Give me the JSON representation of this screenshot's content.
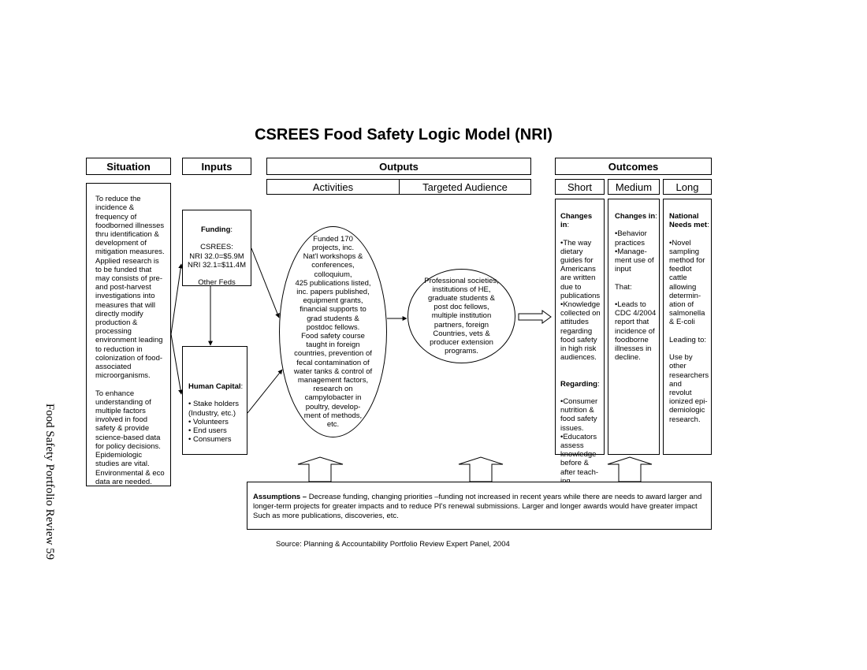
{
  "title": "CSREES Food Safety Logic Model (NRI)",
  "side_label": "Food Safety Portfolio Review   59",
  "headers": {
    "situation": "Situation",
    "inputs": "Inputs",
    "outputs": "Outputs",
    "outcomes": "Outcomes"
  },
  "subheaders": {
    "activities": "Activities",
    "audience": "Targeted Audience",
    "short": "Short",
    "medium": "Medium",
    "long": "Long"
  },
  "situation_text": "To reduce the\nincidence &\nfrequency of\nfoodborned illnesses\nthru identification &\ndevelopment of\nmitigation measures.\nApplied research is\nto be funded that\nmay consists of pre-\nand post-harvest\ninvestigations into\nmeasures that will\ndirectly modify\nproduction &\nprocessing\nenvironment leading\nto reduction in\ncolonization of food-\nassociated\nmicroorganisms.\n\nTo enhance\nunderstanding of\nmultiple factors\ninvolved in food\nsafety & provide\nscience-based data\nfor policy decisions.\nEpidemiologic\nstudies are vital.\nEnvironmental & eco\ndata are needed.",
  "funding": {
    "label": "Funding",
    "colon": ":",
    "body": "CSREES:\nNRI 32.0=$5.9M\nNRI 32.1=$11.4M\n\nOther Feds"
  },
  "human_capital": {
    "label": "Human Capital",
    "colon": ":",
    "body": "•  Stake holders\n   (Industry, etc.)\n• Volunteers\n• End users\n• Consumers"
  },
  "activities_text": "Funded 170\nprojects, inc.\nNat'l workshops &\nconferences,\ncolloquium,\n425 publications listed,\ninc. papers published,\nequipment grants,\nfinancial supports to\ngrad students &\npostdoc fellows.\nFood safety course\ntaught in foreign\ncountries, prevention of\nfecal contamination of\nwater tanks & control of\nmanagement factors,\nresearch on\ncampylobacter in\npoultry, develop-\nment of methods,\netc.",
  "audience_text": "Professional societies,\ninstitutions of HE,\ngraduate students &\npost doc fellows,\nmultiple institution\npartners, foreign\nCountries, vets &\nproducer extension\nprograms.",
  "short": {
    "label": "Changes in",
    "colon": ":",
    "body1": "•The way\n  dietary\n  guides for\n  Americans\n  are written\n  due to\n  publications\n•Knowledge\n  collected on\n  attitudes\n  regarding\n  food safety\n  in high risk\n  audiences.",
    "label2": "Regarding",
    "colon2": ":",
    "body2": "•Consumer\n  nutrition &\n  food safety\n  issues.\n•Educators\n  assess\n  knowledge\n  before &\n  after teach-\n  ing."
  },
  "medium": {
    "label": "Changes in",
    "colon": ":",
    "body": "•Behavior\n  practices\n•Manage-\n  ment use of\n  input\n\nThat:\n\n•Leads to\n  CDC 4/2004\n  report that\n  incidence of\n  foodborne\n  illnesses in\n  decline."
  },
  "long": {
    "label": "National\nNeeds met",
    "colon": ":",
    "body": "•Novel\n  sampling\n  method for\n  feedlot\n  cattle\n  allowing\n  determin-\n  ation of\n  salmonella\n  & E-coli\n\nLeading to:\n\nUse by\nother\nresearchers\nand\nrevolut\nionized epi-\ndemiologic\nresearch."
  },
  "assumptions": {
    "label": "Assumptions –",
    "body": " Decrease funding, changing priorities –funding not increased in recent years while there are needs to award larger and longer-term projects for greater impacts and to reduce PI's renewal submissions.  Larger and longer awards would have greater impact Such as more publications, discoveries, etc."
  },
  "source": "Source:  Planning & Accountability Portfolio Review Expert Panel, 2004"
}
